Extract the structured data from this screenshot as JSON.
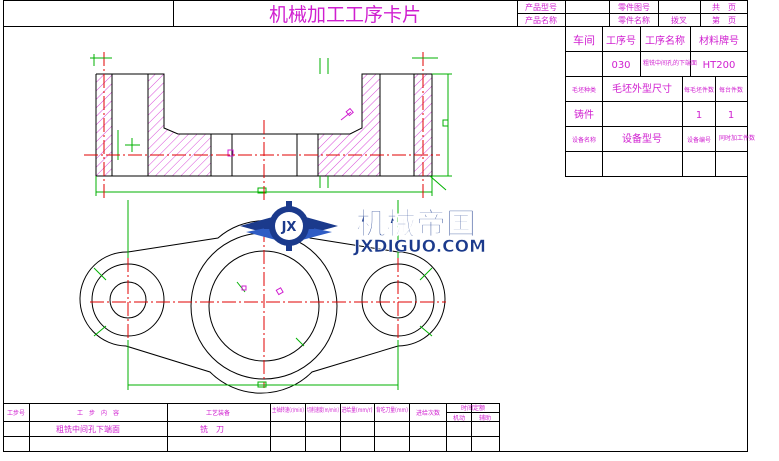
{
  "header": {
    "title": "机械加工工序卡片",
    "product_model_label": "产品型号",
    "part_drawing_label": "零件图号",
    "total_pages_label": "共　页",
    "product_name_label": "产品名称",
    "part_name_label": "零件名称",
    "part_name_value": "拨叉",
    "page_label": "第　页"
  },
  "info": {
    "workshop_label": "车间",
    "process_no_label": "工序号",
    "process_name_label": "工序名称",
    "material_label": "材料牌号",
    "process_no_value": "030",
    "process_name_value": "粗铣中间孔的下端面",
    "material_value": "HT200",
    "blank_type_label": "毛坯种类",
    "blank_size_label": "毛坯外型尺寸",
    "blank_count_label": "每毛坯件数",
    "unit_count_label": "每台件数",
    "blank_type_value": "铸件",
    "blank_count_value": "1",
    "unit_count_value": "1",
    "equipment_name_label": "设备名称",
    "equipment_model_label": "设备型号",
    "equipment_no_label": "设备编号",
    "concurrent_label": "同时加工件数"
  },
  "steps_table": {
    "headers": {
      "step_no": "工步号",
      "step_content": "工　步　内　容",
      "equipment": "工艺装备",
      "spindle_speed": "主轴转速(r/min)",
      "cutting_speed": "切削速度(m/min)",
      "feed": "进给量(mm/r)",
      "depth": "背吃刀量(mm)",
      "passes": "进给次数",
      "time_hours": "时间定额",
      "time_machine": "机动",
      "time_aux": "辅助"
    },
    "rows": [
      {
        "step_no": "",
        "content": "粗铣中间孔下端面",
        "equipment": "铣　刀"
      }
    ]
  },
  "watermark": {
    "cn": "机械帝国",
    "en": "JXDIGUO.COM",
    "badge": "JX"
  },
  "colors": {
    "frame": "#000000",
    "annotation": "#d01fd0",
    "center_line": "#e00000",
    "dimension": "#00b000",
    "hatch": "#d01fd0",
    "logo": "#1b3a8c"
  }
}
